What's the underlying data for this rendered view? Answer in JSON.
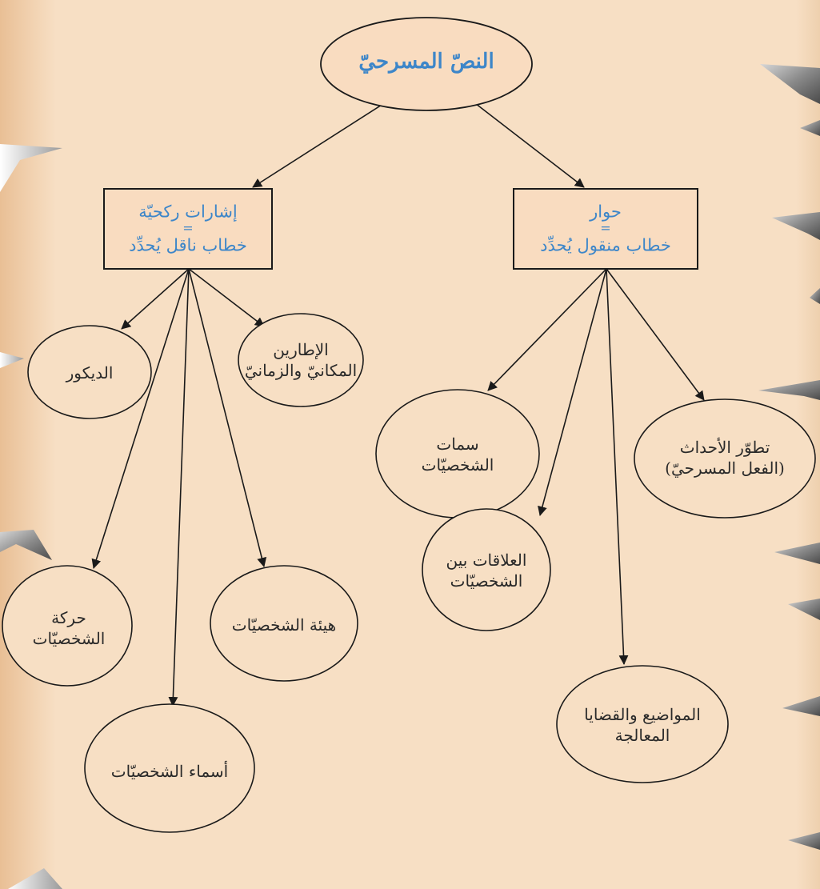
{
  "diagram": {
    "root": "النصّ المسرحيّ",
    "left_box": {
      "line1": "إشارات ركحيّة",
      "equals": "=",
      "line2": "خطاب ناقل يُحدِّد"
    },
    "right_box": {
      "line1": "حوار",
      "equals": "=",
      "line2": "خطاب منقول يُحدِّد"
    },
    "left_children": {
      "decor": "الديكور",
      "frames": {
        "line1": "الإطارين",
        "line2": "المكانيّ والزمانيّ"
      },
      "movement": {
        "line1": "حركة",
        "line2": "الشخصيّات"
      },
      "appearance": "هيئة الشخصيّات",
      "names": "أسماء الشخصيّات"
    },
    "right_children": {
      "traits": {
        "line1": "سمات",
        "line2": "الشخصيّات"
      },
      "events": {
        "line1": "تطوّر الأحداث",
        "line2": "(الفعل المسرحيّ)"
      },
      "relations": {
        "line1": "العلاقات بين",
        "line2": "الشخصيّات"
      },
      "themes": {
        "line1": "المواضيع والقضايا",
        "line2": "المعالجة"
      }
    },
    "colors": {
      "background": "#f7dfc4",
      "title_text": "#3d86c9",
      "node_text": "#2a2a2a",
      "stroke": "#1a1a1a",
      "box_fill": "#f9dcc0"
    }
  }
}
